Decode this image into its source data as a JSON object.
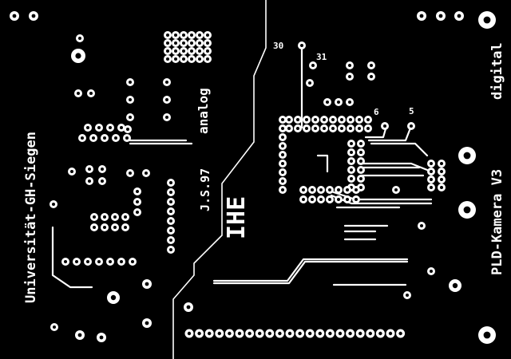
{
  "labels": {
    "university": "Universität-GH-Siegen",
    "analog": "analog",
    "initials": "J.S.97",
    "logo": "IHE",
    "product": "PLD-Kamera V3",
    "digital": "digital"
  },
  "pin_markers": {
    "p30": "30",
    "p31": "31",
    "p6": "6",
    "p5": "5"
  },
  "colors": {
    "board": "#000000",
    "copper": "#ffffff"
  }
}
